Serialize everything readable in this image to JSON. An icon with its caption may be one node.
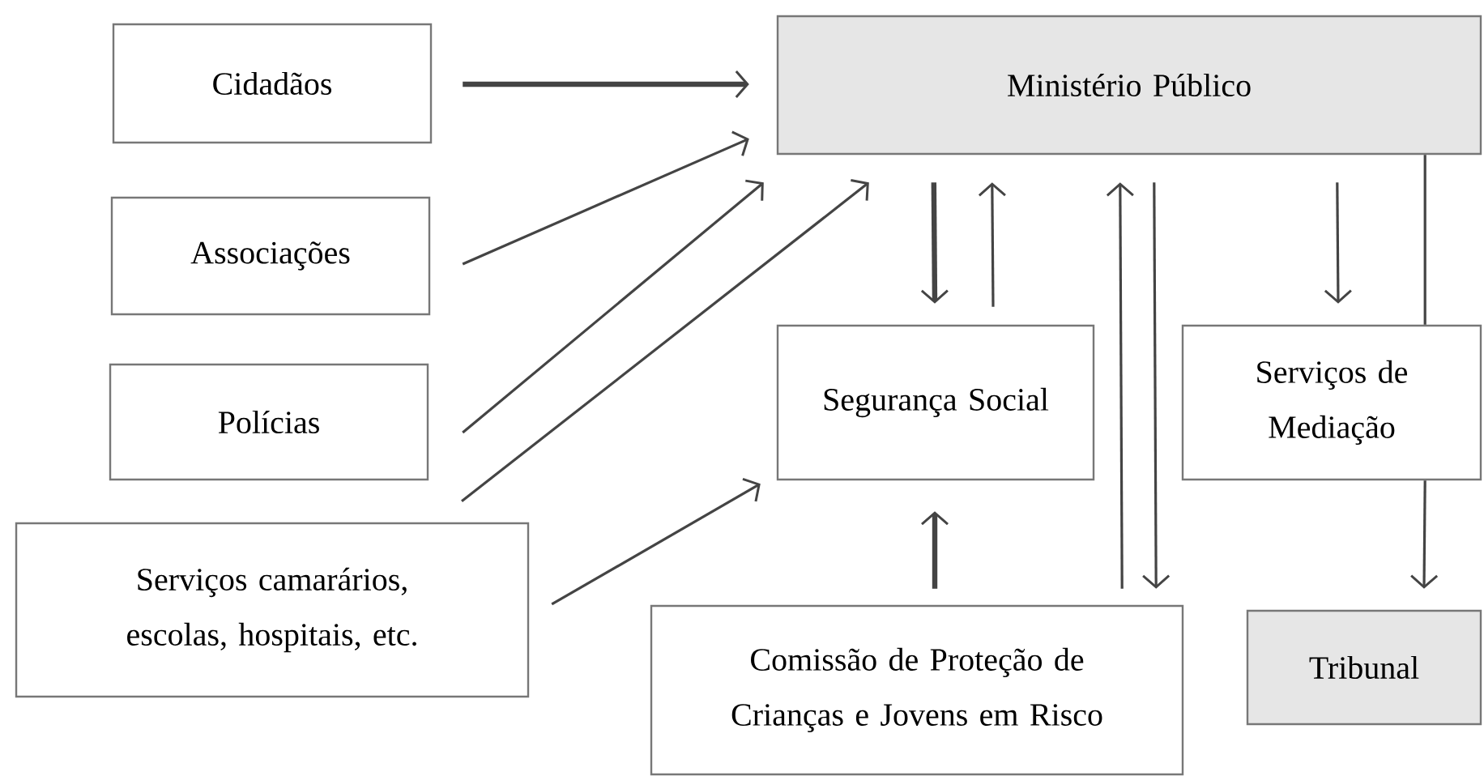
{
  "diagram": {
    "nodes": [
      {
        "text": [
          "Cidadãos"
        ]
      },
      {
        "text": [
          "Ministério Público"
        ]
      },
      {
        "text": [
          "Associações"
        ]
      },
      {
        "text": [
          "Polícias"
        ]
      },
      {
        "text": [
          "Serviços camarários, escolas, hospitais, etc."
        ]
      },
      {
        "text": [
          "Segurança Social"
        ]
      },
      {
        "text": [
          "Serviços de Mediação"
        ]
      },
      {
        "text": [
          "Comissão de Proteção de Crianças e Jovens em Risco"
        ]
      },
      {
        "text": [
          "Tribunal"
        ]
      }
    ],
    "edges": [
      {
        "from": 0,
        "to": 1,
        "arrow": "to",
        "style": "thick"
      },
      {
        "from": 2,
        "to": 1,
        "arrow": "to"
      },
      {
        "from": 3,
        "to": 1,
        "arrow": "to"
      },
      {
        "from": 4,
        "to": 1,
        "arrow": "to"
      },
      {
        "from": 4,
        "to": 5,
        "arrow": "to"
      },
      {
        "from": 1,
        "to": 5,
        "arrow": "to",
        "style": "thick"
      },
      {
        "from": 5,
        "to": 1,
        "arrow": "to"
      },
      {
        "from": 7,
        "to": 5,
        "arrow": "to",
        "style": "thick"
      },
      {
        "from": 7,
        "to": 1,
        "arrow": "to"
      },
      {
        "from": 1,
        "to": 7,
        "arrow": "to"
      },
      {
        "from": 1,
        "to": 6,
        "arrow": "to"
      },
      {
        "from": 1,
        "to": 6,
        "arrow": "none"
      },
      {
        "from": 6,
        "to": 8,
        "arrow": "to"
      }
    ]
  }
}
